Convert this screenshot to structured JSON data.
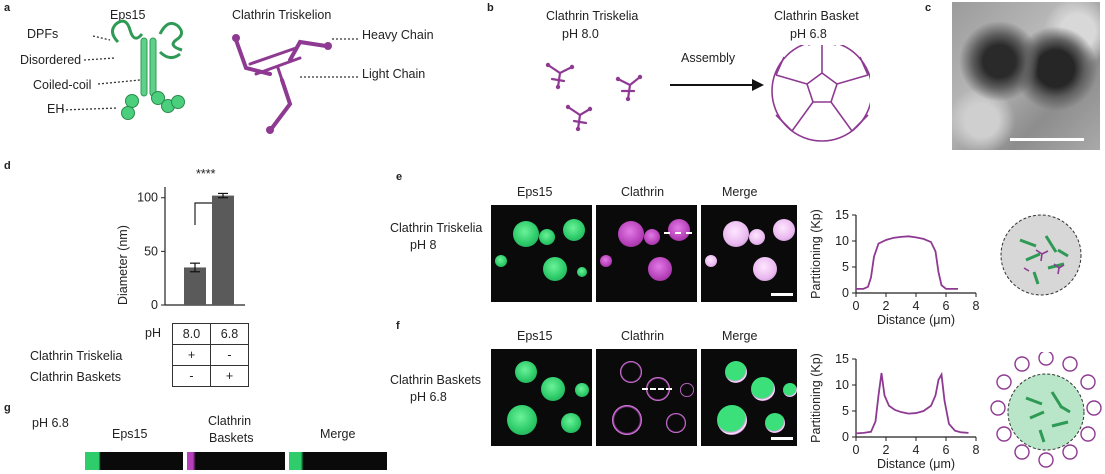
{
  "panels": {
    "a": "a",
    "b": "b",
    "c": "c",
    "d": "d",
    "e": "e",
    "f": "f",
    "g": "g"
  },
  "panel_a": {
    "eps15_title": "Eps15",
    "clathrin_title": "Clathrin Triskelion",
    "labels": {
      "dpfs": "DPFs",
      "disordered": "Disordered",
      "coiled_coil": "Coiled-coil",
      "eh": "EH",
      "heavy_chain": "Heavy Chain",
      "light_chain": "Light Chain"
    }
  },
  "panel_b": {
    "left_title": "Clathrin Triskelia",
    "left_ph": "pH 8.0",
    "arrow_label": "Assembly",
    "right_title": "Clathrin Basket",
    "right_ph": "pH 6.8"
  },
  "panel_d": {
    "significance": "****",
    "ylabel": "Diameter (nm)",
    "ph_row_label": "pH",
    "row_triskelia": "Clathrin Triskelia",
    "row_baskets": "Clathrin Baskets",
    "table": [
      [
        "8.0",
        "6.8"
      ],
      [
        "+",
        "-"
      ],
      [
        "-",
        "+"
      ]
    ]
  },
  "panel_e": {
    "row_label_1": "Clathrin Triskelia",
    "row_label_2": "pH 8",
    "col_eps15": "Eps15",
    "col_clathrin": "Clathrin",
    "col_merge": "Merge",
    "ylabel": "Partitioning (Kp)",
    "xlabel": "Distance (μm)"
  },
  "panel_f": {
    "row_label_1": "Clathrin Baskets",
    "row_label_2": "pH 6.8",
    "col_eps15": "Eps15",
    "col_clathrin": "Clathrin",
    "col_merge": "Merge",
    "ylabel": "Partitioning (Kp)",
    "xlabel": "Distance (μm)"
  },
  "panel_g": {
    "ph": "pH 6.8",
    "col_eps15": "Eps15",
    "col_clathrin_1": "Clathrin",
    "col_clathrin_2": "Baskets",
    "col_merge": "Merge"
  },
  "colors": {
    "eps15": "#2ecc6a",
    "clathrin": "#8e3a92",
    "bar": "#5a5a5a"
  },
  "chart_data": [
    {
      "type": "bar",
      "categories": [
        "8.0",
        "6.8"
      ],
      "values": [
        35,
        102
      ],
      "errors": [
        4,
        2
      ],
      "ylabel": "Diameter (nm)",
      "ylim": [
        0,
        110
      ],
      "yticks": [
        0,
        50,
        100
      ]
    },
    {
      "type": "line",
      "ylabel": "Partitioning (Kp)",
      "xlabel": "Distance (μm)",
      "xlim": [
        0,
        8
      ],
      "ylim": [
        0,
        15
      ],
      "xticks": [
        0,
        2,
        4,
        6,
        8
      ],
      "yticks": [
        0,
        5,
        10,
        15
      ],
      "series": [
        {
          "x": [
            0,
            0.5,
            0.8,
            1.0,
            1.2,
            1.5,
            2.0,
            2.5,
            3.0,
            3.5,
            4.0,
            4.5,
            5.0,
            5.3,
            5.5,
            5.7,
            6.0,
            6.5,
            6.8
          ],
          "y": [
            0.8,
            0.8,
            1.2,
            3,
            7,
            9.5,
            10.2,
            10.6,
            10.8,
            10.9,
            10.7,
            10.4,
            9.8,
            8,
            4,
            1.5,
            0.8,
            0.8,
            0.8
          ]
        }
      ]
    },
    {
      "type": "line",
      "ylabel": "Partitioning (Kp)",
      "xlabel": "Distance (μm)",
      "xlim": [
        0,
        8
      ],
      "ylim": [
        0,
        15
      ],
      "xticks": [
        0,
        2,
        4,
        6,
        8
      ],
      "yticks": [
        0,
        5,
        10,
        15
      ],
      "series": [
        {
          "x": [
            0,
            0.5,
            1.0,
            1.3,
            1.5,
            1.7,
            1.9,
            2.2,
            2.6,
            3.0,
            3.5,
            4.0,
            4.5,
            5.0,
            5.3,
            5.5,
            5.7,
            5.9,
            6.2,
            6.6,
            7.0,
            7.5
          ],
          "y": [
            0.7,
            0.8,
            1.0,
            3,
            8,
            12.3,
            8,
            6,
            5.2,
            4.8,
            4.5,
            4.6,
            5.0,
            6.0,
            8,
            11,
            12,
            7,
            2.5,
            1.2,
            0.9,
            0.8
          ]
        }
      ]
    }
  ]
}
